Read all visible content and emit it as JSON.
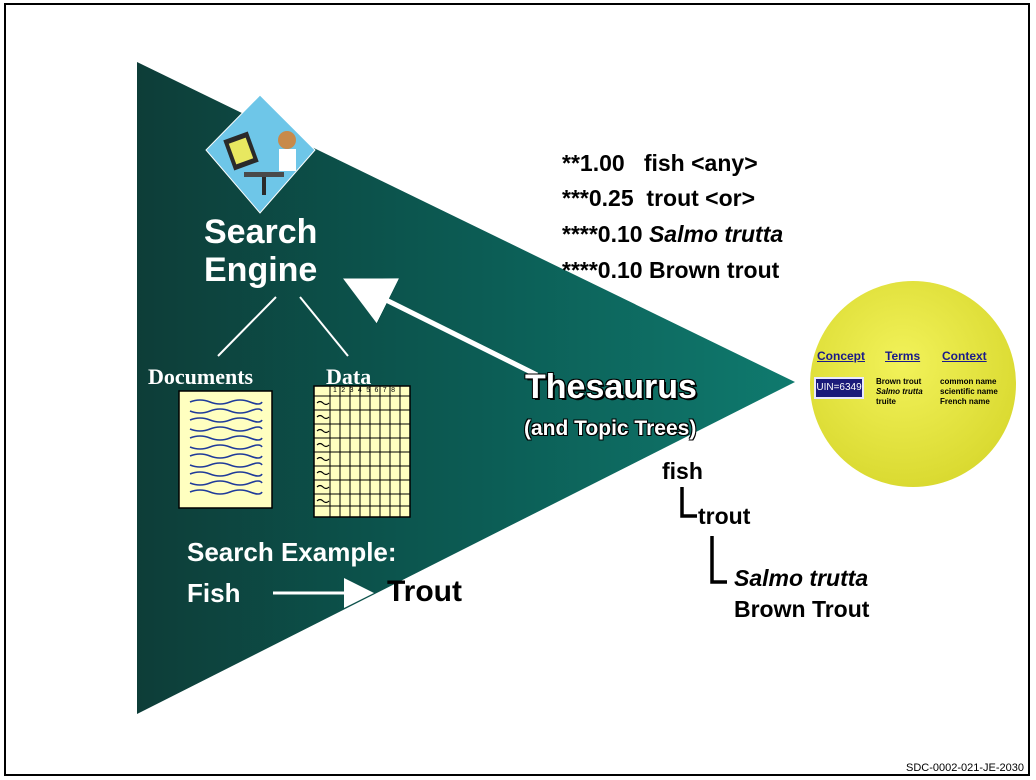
{
  "search_engine": {
    "line1": "Search",
    "line2": "Engine"
  },
  "sources": {
    "documents": "Documents",
    "data": "Data",
    "column_numbers": [
      "1",
      "2",
      "3",
      "4",
      "5",
      "6",
      "7",
      "8"
    ]
  },
  "thesaurus": {
    "title": "Thesaurus",
    "subtitle": "(and Topic Trees)"
  },
  "weights": [
    {
      "prefix": "**1.00",
      "term": "fish <any>",
      "italic": false
    },
    {
      "prefix": "***0.25",
      "term": "trout <or>",
      "italic": false
    },
    {
      "prefix": "****0.10",
      "term": "Salmo trutta",
      "italic": true
    },
    {
      "prefix": "****0.10",
      "term": "Brown trout",
      "italic": false
    }
  ],
  "topic_tree": {
    "level1": "fish",
    "level2": "trout",
    "level3a": "Salmo trutta",
    "level3b": "Brown Trout"
  },
  "search_example": {
    "label": "Search Example:",
    "from": "Fish",
    "to": "Trout"
  },
  "concept_panel": {
    "headers": [
      "Concept",
      "Terms",
      "Context"
    ],
    "uin": "UIN=6349",
    "terms": [
      "Brown trout",
      "Salmo trutta",
      "truite"
    ],
    "contexts": [
      "common name",
      "scientific name",
      "French name"
    ]
  },
  "colors": {
    "triangle_dark": "#0d3d38",
    "triangle_light": "#0f7a6e",
    "circle": "#e3e33a",
    "paper": "#ffffc0",
    "doc_lines": "#1f3a9a"
  },
  "icons": [
    "person-at-computer-icon"
  ],
  "footer": "SDC-0002-021-JE-2030"
}
